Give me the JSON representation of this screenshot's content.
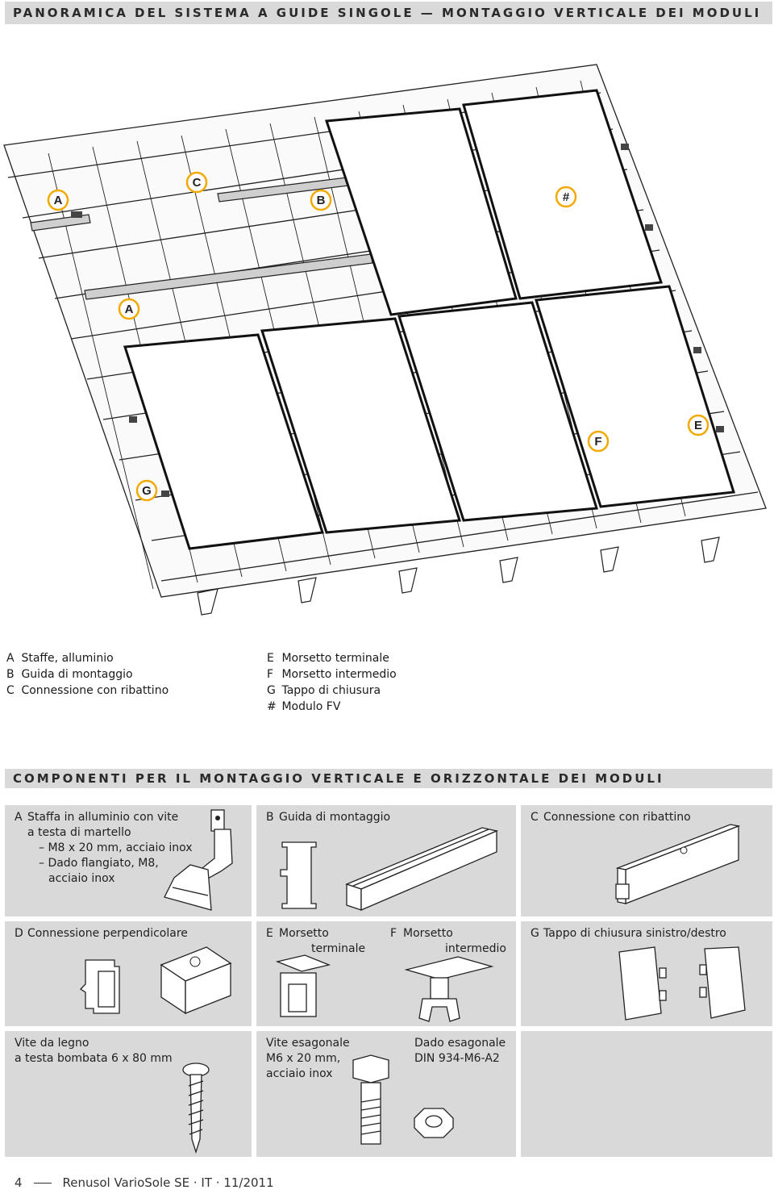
{
  "header": {
    "title": "PANORAMICA DEL SISTEMA A GUIDE SINGOLE — MONTAGGIO VERTICALE DEI MODULI"
  },
  "diagram": {
    "callouts": {
      "A1": "A",
      "C": "C",
      "B": "B",
      "hash": "#",
      "A2": "A",
      "F": "F",
      "E": "E",
      "G": "G"
    },
    "callout_color": "#f2a900"
  },
  "legend": {
    "left": [
      {
        "key": "A",
        "text": "Staffe, alluminio"
      },
      {
        "key": "B",
        "text": "Guida di montaggio"
      },
      {
        "key": "C",
        "text": "Connessione con ribattino"
      }
    ],
    "right": [
      {
        "key": "E",
        "text": "Morsetto terminale"
      },
      {
        "key": "F",
        "text": "Morsetto intermedio"
      },
      {
        "key": "G",
        "text": "Tappo di chiusura"
      },
      {
        "key": "#",
        "text": "Modulo FV"
      }
    ]
  },
  "components": {
    "title": "COMPONENTI PER IL MONTAGGIO VERTICALE E ORIZZONTALE DEI MODULI",
    "a": {
      "key": "A",
      "line1": "Staffa in alluminio con vite",
      "line2": "a testa di martello",
      "line3": "– M8 x 20 mm, acciaio inox",
      "line4": "– Dado flangiato, M8,",
      "line5": "acciaio inox"
    },
    "b": {
      "key": "B",
      "text": "Guida di montaggio"
    },
    "c": {
      "key": "C",
      "text": "Connessione con ribattino"
    },
    "d": {
      "key": "D",
      "text": "Connessione perpendicolare"
    },
    "e": {
      "key": "E",
      "line1": "Morsetto",
      "line2": "terminale"
    },
    "f": {
      "key": "F",
      "line1": "Morsetto",
      "line2": "intermedio"
    },
    "g": {
      "key": "G",
      "text": "Tappo di chiusura sinistro/destro"
    },
    "screw": {
      "line1": "Vite da legno",
      "line2": "a testa bombata 6 x 80 mm"
    },
    "hexscrew": {
      "line1": "Vite esagonale",
      "line2": "M6 x 20 mm,",
      "line3": "acciaio inox"
    },
    "nut": {
      "line1": "Dado esagonale",
      "line2": "DIN 934-M6-A2"
    }
  },
  "footer": {
    "page": "4",
    "doc": "Renusol VarioSole SE · IT · 11/2011"
  }
}
